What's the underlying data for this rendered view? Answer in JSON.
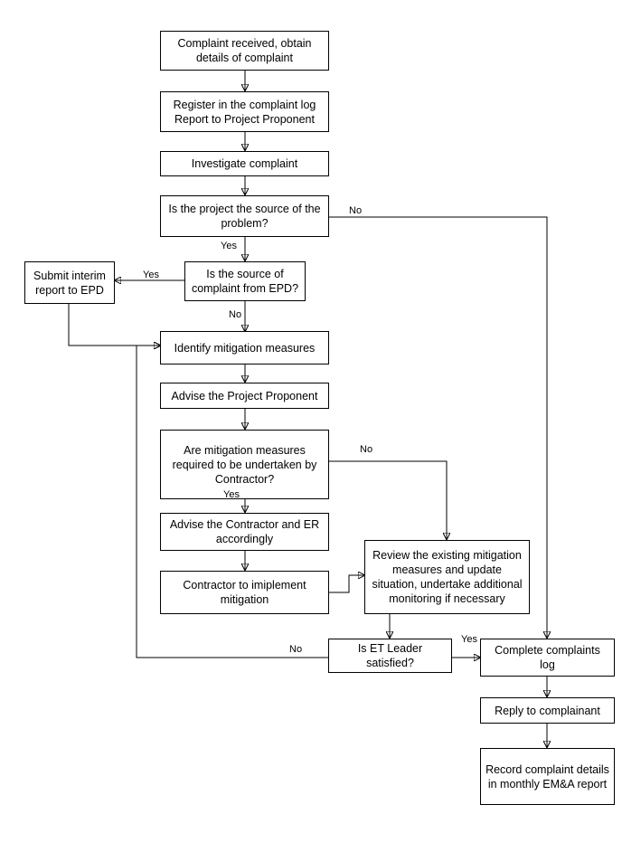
{
  "steps": {
    "received": "Complaint received, obtain\ndetails of complaint",
    "register": "Register in the complaint log\nReport to Project Proponent",
    "investigate": "Investigate complaint",
    "source_q": "Is the project the source of the\nproblem?",
    "epd_q": "Is the source of\ncomplaint from EPD?",
    "interim": "Submit interim\nreport to EPD",
    "identify": "Identify mitigation measures",
    "advise_pp": "Advise the Project Proponent",
    "contractor_q": "Are mitigation measures\nrequired to be undertaken by\nContractor?",
    "advise_contractor": "Advise the Contractor and ER\naccordingly",
    "implement": "Contractor to imiplement\nmitigation",
    "review": "Review the existing mitigation\nmeasures and update\nsituation, undertake additional\nmonitoring if necessary",
    "satisfied_q": "Is ET Leader satisfied?",
    "complete_log": "Complete complaints\nlog",
    "reply": "Reply to complainant",
    "record": "Record complaint details\nin monthly EM&A report"
  },
  "labels": {
    "no_source": "No",
    "yes_source": "Yes",
    "yes_epd": "Yes",
    "no_epd": "No",
    "no_contractor": "No",
    "yes_contractor": "Yes",
    "no_satisfied": "No",
    "yes_satisfied": "Yes"
  }
}
